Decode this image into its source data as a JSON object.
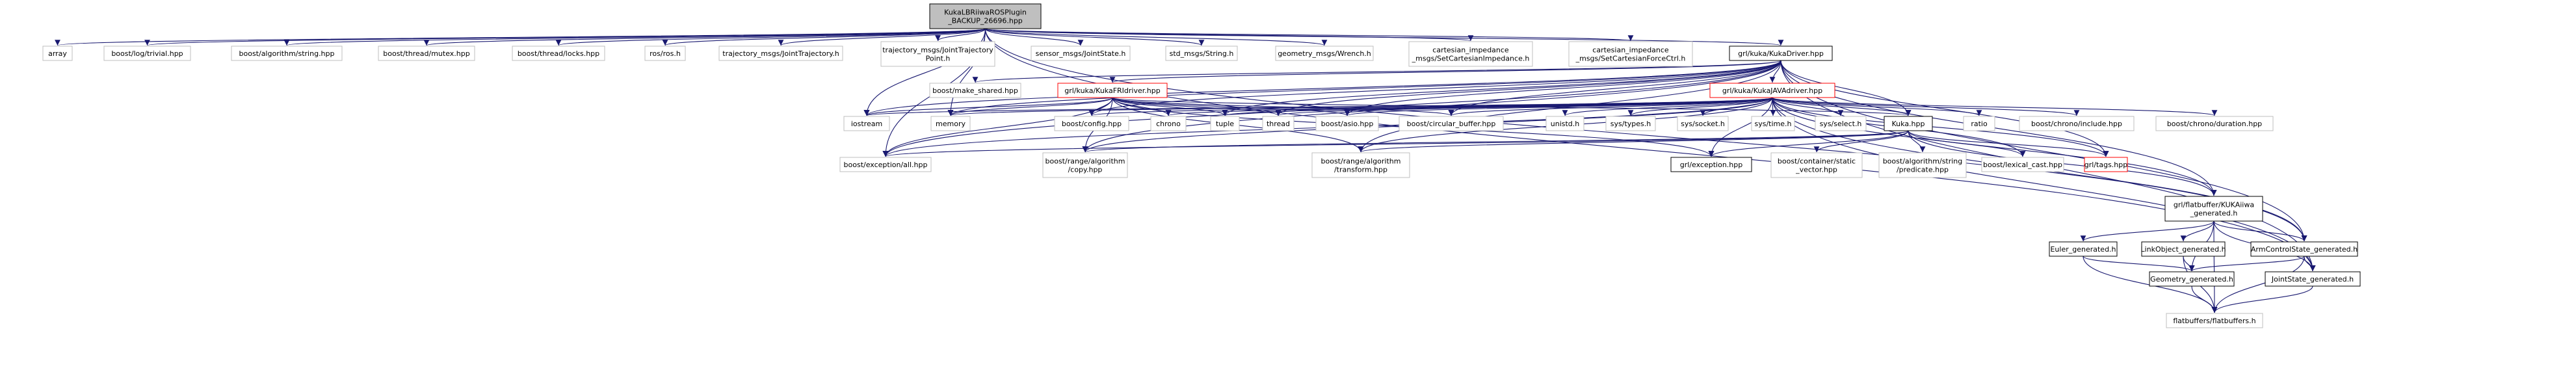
{
  "diagram": {
    "title": "Include dependency graph",
    "edge_color": "#191970",
    "nodes": [
      {
        "id": "root",
        "lines": [
          "KukaLBRiiwaROSPlugin",
          "_BACKUP_26696.hpp"
        ],
        "style": "root"
      },
      {
        "id": "array",
        "lines": [
          "array"
        ],
        "style": "ext"
      },
      {
        "id": "blog",
        "lines": [
          "boost/log/trivial.hpp"
        ],
        "style": "ext"
      },
      {
        "id": "balgo",
        "lines": [
          "boost/algorithm/string.hpp"
        ],
        "style": "ext"
      },
      {
        "id": "bmutex",
        "lines": [
          "boost/thread/mutex.hpp"
        ],
        "style": "ext"
      },
      {
        "id": "blocks",
        "lines": [
          "boost/thread/locks.hpp"
        ],
        "style": "ext"
      },
      {
        "id": "ros",
        "lines": [
          "ros/ros.h"
        ],
        "style": "ext"
      },
      {
        "id": "tjt",
        "lines": [
          "trajectory_msgs/JointTrajectory.h"
        ],
        "style": "ext"
      },
      {
        "id": "tjtp",
        "lines": [
          "trajectory_msgs/JointTrajectory",
          "Point.h"
        ],
        "style": "ext"
      },
      {
        "id": "sjs",
        "lines": [
          "sensor_msgs/JointState.h"
        ],
        "style": "ext"
      },
      {
        "id": "sstr",
        "lines": [
          "std_msgs/String.h"
        ],
        "style": "ext"
      },
      {
        "id": "gwr",
        "lines": [
          "geometry_msgs/Wrench.h"
        ],
        "style": "ext"
      },
      {
        "id": "cimp",
        "lines": [
          "cartesian_impedance",
          "_msgs/SetCartesianImpedance.h"
        ],
        "style": "ext"
      },
      {
        "id": "cfc",
        "lines": [
          "cartesian_impedance",
          "_msgs/SetCartesianForceCtrl.h"
        ],
        "style": "ext"
      },
      {
        "id": "driver",
        "lines": [
          "grl/kuka/KukaDriver.hpp"
        ],
        "style": "doc"
      },
      {
        "id": "makeshared",
        "lines": [
          "boost/make_shared.hpp"
        ],
        "style": "ext"
      },
      {
        "id": "fri",
        "lines": [
          "grl/kuka/KukaFRIdriver.hpp"
        ],
        "style": "trunc"
      },
      {
        "id": "java",
        "lines": [
          "grl/kuka/KukaJAVAdriver.hpp"
        ],
        "style": "trunc"
      },
      {
        "id": "iostream",
        "lines": [
          "iostream"
        ],
        "style": "ext"
      },
      {
        "id": "memory",
        "lines": [
          "memory"
        ],
        "style": "ext"
      },
      {
        "id": "bconfig",
        "lines": [
          "boost/config.hpp"
        ],
        "style": "ext"
      },
      {
        "id": "chrono",
        "lines": [
          "chrono"
        ],
        "style": "ext"
      },
      {
        "id": "tuple",
        "lines": [
          "tuple"
        ],
        "style": "ext"
      },
      {
        "id": "thread",
        "lines": [
          "thread"
        ],
        "style": "ext"
      },
      {
        "id": "basio",
        "lines": [
          "boost/asio.hpp"
        ],
        "style": "ext"
      },
      {
        "id": "bcirc",
        "lines": [
          "boost/circular_buffer.hpp"
        ],
        "style": "ext"
      },
      {
        "id": "unistd",
        "lines": [
          "unistd.h"
        ],
        "style": "ext"
      },
      {
        "id": "systypes",
        "lines": [
          "sys/types.h"
        ],
        "style": "ext"
      },
      {
        "id": "syssocket",
        "lines": [
          "sys/socket.h"
        ],
        "style": "ext"
      },
      {
        "id": "systime",
        "lines": [
          "sys/time.h"
        ],
        "style": "ext"
      },
      {
        "id": "sysselect",
        "lines": [
          "sys/select.h"
        ],
        "style": "ext"
      },
      {
        "id": "kuka",
        "lines": [
          "Kuka.hpp"
        ],
        "style": "doc"
      },
      {
        "id": "ratio",
        "lines": [
          "ratio"
        ],
        "style": "ext"
      },
      {
        "id": "bchronoinc",
        "lines": [
          "boost/chrono/include.hpp"
        ],
        "style": "ext"
      },
      {
        "id": "bchronodur",
        "lines": [
          "boost/chrono/duration.hpp"
        ],
        "style": "ext"
      },
      {
        "id": "bexc",
        "lines": [
          "boost/exception/all.hpp"
        ],
        "style": "ext"
      },
      {
        "id": "brcopy",
        "lines": [
          "boost/range/algorithm",
          "/copy.hpp"
        ],
        "style": "ext"
      },
      {
        "id": "brtrans",
        "lines": [
          "boost/range/algorithm",
          "/transform.hpp"
        ],
        "style": "ext"
      },
      {
        "id": "grlexc",
        "lines": [
          "grl/exception.hpp"
        ],
        "style": "doc"
      },
      {
        "id": "bstatic",
        "lines": [
          "boost/container/static",
          "_vector.hpp"
        ],
        "style": "ext"
      },
      {
        "id": "bpred",
        "lines": [
          "boost/algorithm/string",
          "/predicate.hpp"
        ],
        "style": "ext"
      },
      {
        "id": "blex",
        "lines": [
          "boost/lexical_cast.hpp"
        ],
        "style": "ext"
      },
      {
        "id": "grltags",
        "lines": [
          "grl/tags.hpp"
        ],
        "style": "trunc"
      },
      {
        "id": "fbkuka",
        "lines": [
          "grl/flatbuffer/KUKAiiwa",
          "_generated.h"
        ],
        "style": "doc"
      },
      {
        "id": "armctrl",
        "lines": [
          "ArmControlState_generated.h"
        ],
        "style": "doc"
      },
      {
        "id": "euler",
        "lines": [
          "Euler_generated.h"
        ],
        "style": "doc"
      },
      {
        "id": "linkobj",
        "lines": [
          "LinkObject_generated.h"
        ],
        "style": "doc"
      },
      {
        "id": "geom",
        "lines": [
          "Geometry_generated.h"
        ],
        "style": "doc"
      },
      {
        "id": "jointstate",
        "lines": [
          "JointState_generated.h"
        ],
        "style": "doc"
      },
      {
        "id": "flatbuffers",
        "lines": [
          "flatbuffers/flatbuffers.h"
        ],
        "style": "ext"
      }
    ],
    "edges": [
      [
        "root",
        "array"
      ],
      [
        "root",
        "blog"
      ],
      [
        "root",
        "balgo"
      ],
      [
        "root",
        "bmutex"
      ],
      [
        "root",
        "blocks"
      ],
      [
        "root",
        "ros"
      ],
      [
        "root",
        "tjt"
      ],
      [
        "root",
        "tjtp"
      ],
      [
        "root",
        "sjs"
      ],
      [
        "root",
        "sstr"
      ],
      [
        "root",
        "gwr"
      ],
      [
        "root",
        "cimp"
      ],
      [
        "root",
        "cfc"
      ],
      [
        "root",
        "driver"
      ],
      [
        "root",
        "iostream"
      ],
      [
        "root",
        "memory"
      ],
      [
        "root",
        "bexc"
      ],
      [
        "root",
        "armctrl"
      ],
      [
        "root",
        "jointstate"
      ],
      [
        "driver",
        "makeshared"
      ],
      [
        "driver",
        "fri"
      ],
      [
        "driver",
        "java"
      ],
      [
        "driver",
        "iostream"
      ],
      [
        "driver",
        "memory"
      ],
      [
        "driver",
        "bconfig"
      ],
      [
        "driver",
        "tuple"
      ],
      [
        "driver",
        "thread"
      ],
      [
        "driver",
        "basio"
      ],
      [
        "driver",
        "bcirc"
      ],
      [
        "driver",
        "kuka"
      ],
      [
        "driver",
        "bexc"
      ],
      [
        "driver",
        "brcopy"
      ],
      [
        "driver",
        "brtrans"
      ],
      [
        "driver",
        "grltags"
      ],
      [
        "driver",
        "fbkuka"
      ],
      [
        "driver",
        "armctrl"
      ],
      [
        "driver",
        "jointstate"
      ],
      [
        "fri",
        "iostream"
      ],
      [
        "fri",
        "memory"
      ],
      [
        "fri",
        "bconfig"
      ],
      [
        "fri",
        "chrono"
      ],
      [
        "fri",
        "tuple"
      ],
      [
        "fri",
        "thread"
      ],
      [
        "fri",
        "basio"
      ],
      [
        "fri",
        "bcirc"
      ],
      [
        "fri",
        "bexc"
      ],
      [
        "fri",
        "brcopy"
      ],
      [
        "fri",
        "brtrans"
      ],
      [
        "fri",
        "grlexc"
      ],
      [
        "fri",
        "kuka"
      ],
      [
        "java",
        "iostream"
      ],
      [
        "java",
        "memory"
      ],
      [
        "java",
        "bconfig"
      ],
      [
        "java",
        "chrono"
      ],
      [
        "java",
        "tuple"
      ],
      [
        "java",
        "thread"
      ],
      [
        "java",
        "basio"
      ],
      [
        "java",
        "bcirc"
      ],
      [
        "java",
        "unistd"
      ],
      [
        "java",
        "systypes"
      ],
      [
        "java",
        "syssocket"
      ],
      [
        "java",
        "systime"
      ],
      [
        "java",
        "sysselect"
      ],
      [
        "java",
        "kuka"
      ],
      [
        "java",
        "ratio"
      ],
      [
        "java",
        "bchronoinc"
      ],
      [
        "java",
        "bchronodur"
      ],
      [
        "java",
        "bexc"
      ],
      [
        "java",
        "brcopy"
      ],
      [
        "java",
        "brtrans"
      ],
      [
        "java",
        "grlexc"
      ],
      [
        "java",
        "blex"
      ],
      [
        "java",
        "grltags"
      ],
      [
        "java",
        "fbkuka"
      ],
      [
        "java",
        "armctrl"
      ],
      [
        "java",
        "jointstate"
      ],
      [
        "kuka",
        "bexc"
      ],
      [
        "kuka",
        "brcopy"
      ],
      [
        "kuka",
        "brtrans"
      ],
      [
        "kuka",
        "grlexc"
      ],
      [
        "kuka",
        "bstatic"
      ],
      [
        "kuka",
        "bpred"
      ],
      [
        "kuka",
        "blex"
      ],
      [
        "kuka",
        "grltags"
      ],
      [
        "kuka",
        "fbkuka"
      ],
      [
        "fbkuka",
        "armctrl"
      ],
      [
        "fbkuka",
        "euler"
      ],
      [
        "fbkuka",
        "linkobj"
      ],
      [
        "fbkuka",
        "geom"
      ],
      [
        "fbkuka",
        "jointstate"
      ],
      [
        "fbkuka",
        "flatbuffers"
      ],
      [
        "armctrl",
        "geom"
      ],
      [
        "armctrl",
        "jointstate"
      ],
      [
        "armctrl",
        "flatbuffers"
      ],
      [
        "euler",
        "geom"
      ],
      [
        "euler",
        "flatbuffers"
      ],
      [
        "linkobj",
        "geom"
      ],
      [
        "linkobj",
        "flatbuffers"
      ],
      [
        "geom",
        "flatbuffers"
      ],
      [
        "jointstate",
        "flatbuffers"
      ]
    ]
  }
}
